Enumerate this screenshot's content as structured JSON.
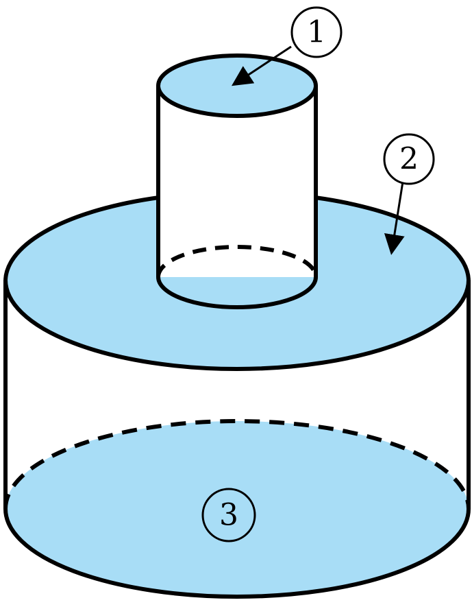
{
  "colors": {
    "surface_fill": "#A8DDF6",
    "stroke": "#000000",
    "background": "#ffffff"
  },
  "labels": {
    "top_face": "1",
    "middle_face": "2",
    "bottom_face": "3"
  }
}
